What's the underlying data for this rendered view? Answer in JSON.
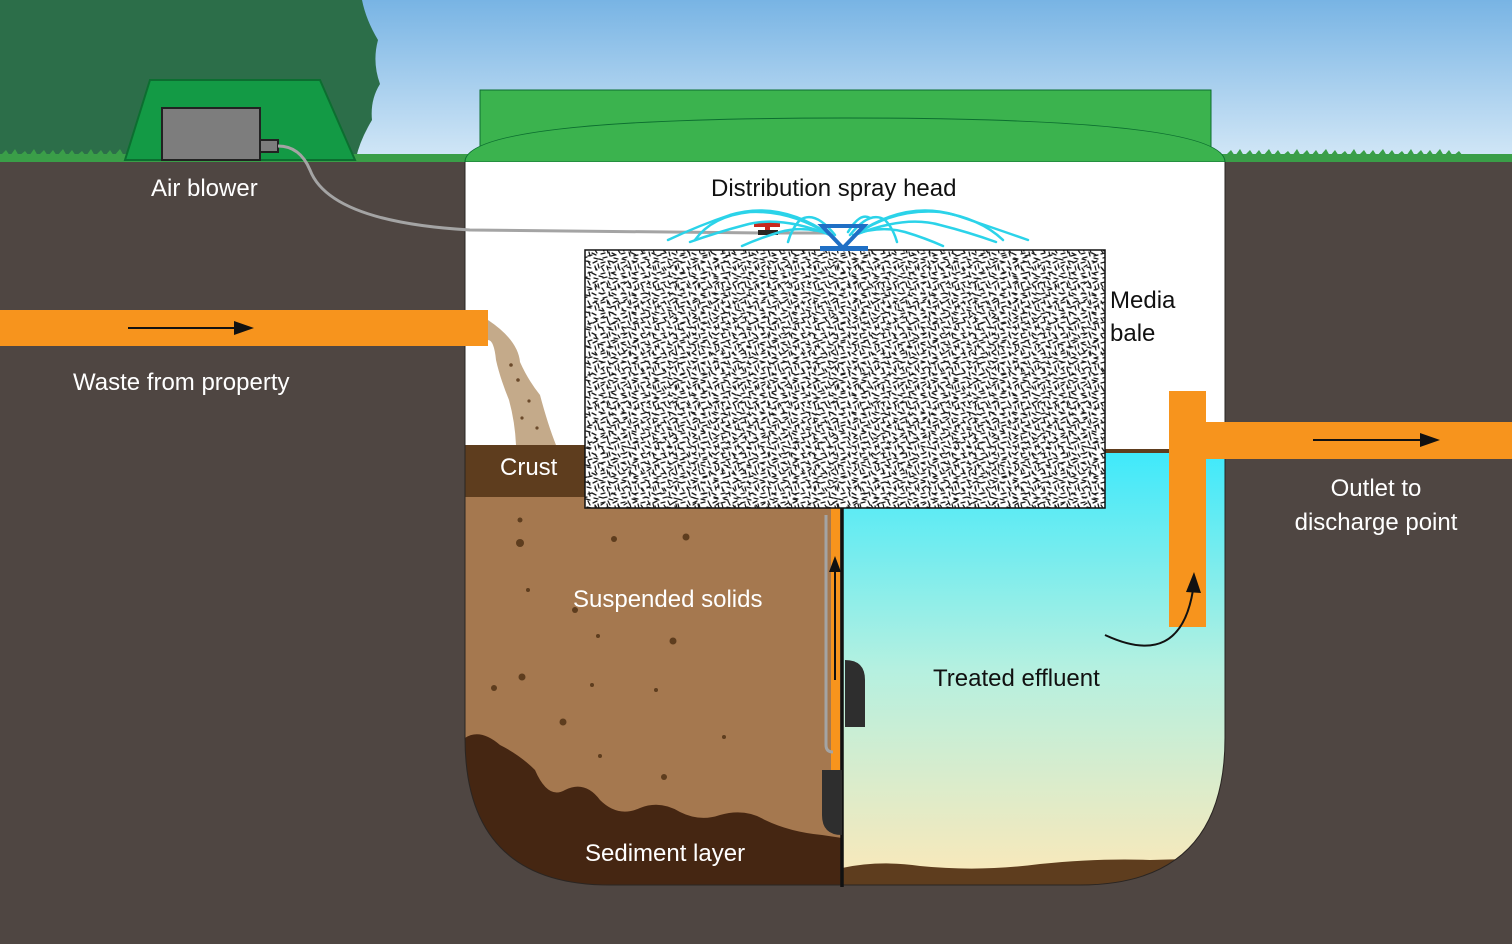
{
  "labels": {
    "air_blower": "Air blower",
    "distribution_spray_head": "Distribution spray head",
    "media_bale": [
      "Media",
      "bale"
    ],
    "waste_from_property": "Waste from property",
    "crust": "Crust",
    "outlet_to_discharge_point": [
      "Outlet to",
      "discharge point"
    ],
    "suspended_solids": "Suspended solids",
    "treated_effluent": "Treated effluent",
    "sediment_layer": "Sediment layer"
  },
  "colors": {
    "sky_top": "#78b4e4",
    "sky_bottom": "#d4e8f7",
    "ground": "#4f4642",
    "grass": "#3a9e48",
    "tree": "#2c6e49",
    "lid": "#3bb34e",
    "blower_cover": "#139a45",
    "blower_unit": "#7d7d7d",
    "pipe_orange": "#f7941d",
    "suspended_solids": "#a5784f",
    "crust": "#5e3d1e",
    "sediment": "#452612",
    "effluent_top": "#3fe9fb",
    "effluent_bottom": "#fde8b8",
    "spray": "#2bd3e9",
    "spray_head": "#1f6fc5",
    "waste_stream": "#c4aa8a"
  },
  "icons": [
    "flow-arrow-icon",
    "spray-nozzle-icon",
    "valve-icon"
  ]
}
